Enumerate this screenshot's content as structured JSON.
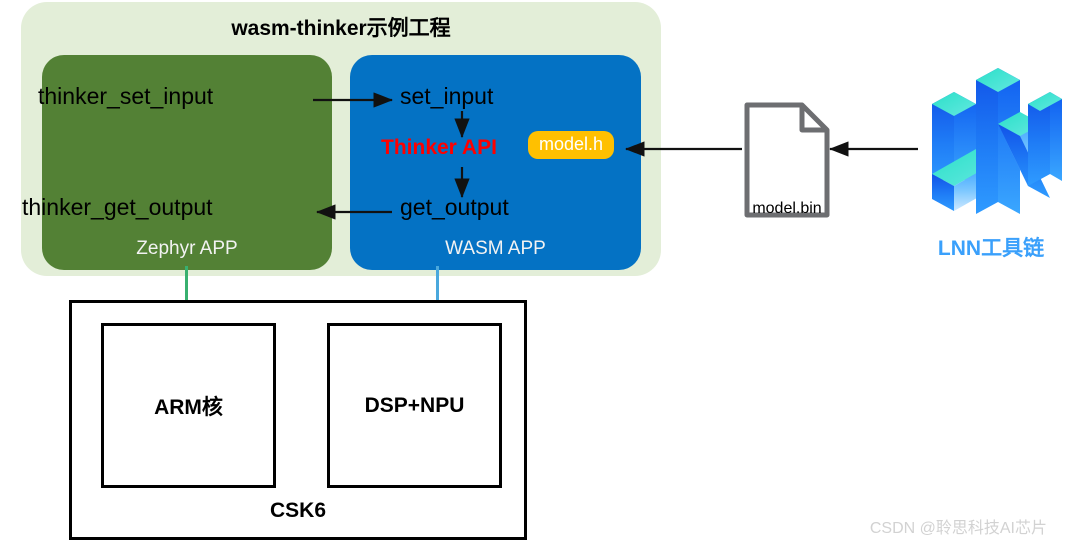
{
  "diagram": {
    "project": {
      "title": "wasm-thinker示例工程",
      "zephyr_app": {
        "footer_label": "Zephyr APP",
        "set_input_label": "thinker_set_input",
        "get_output_label": "thinker_get_output"
      },
      "wasm_app": {
        "footer_label": "WASM APP",
        "set_input_label": "set_input",
        "get_output_label": "get_output",
        "thinker_api_label": "Thinker API",
        "model_h_badge": "model.h"
      }
    },
    "model_file": {
      "label": "model.bin",
      "icon": "file-icon"
    },
    "toolchain": {
      "label": "LNN工具链",
      "logo": "lnn-logo"
    },
    "chip": {
      "label": "CSK6",
      "cores": [
        {
          "label": "ARM核"
        },
        {
          "label": "DSP+NPU"
        }
      ]
    },
    "watermark": "CSDN @聆思科技AI芯片"
  },
  "colors": {
    "project_bg": "#e3eed8",
    "zephyr_green": "#538135",
    "wasm_blue": "#0472c4",
    "thinker_api_red": "#ff0000",
    "model_h_amber": "#ffc000",
    "lnn_blue": "#3aa0fb",
    "connector_green": "#38b06f",
    "connector_blue": "#4aa8dd",
    "watermark_gray": "#d2d2d2"
  }
}
